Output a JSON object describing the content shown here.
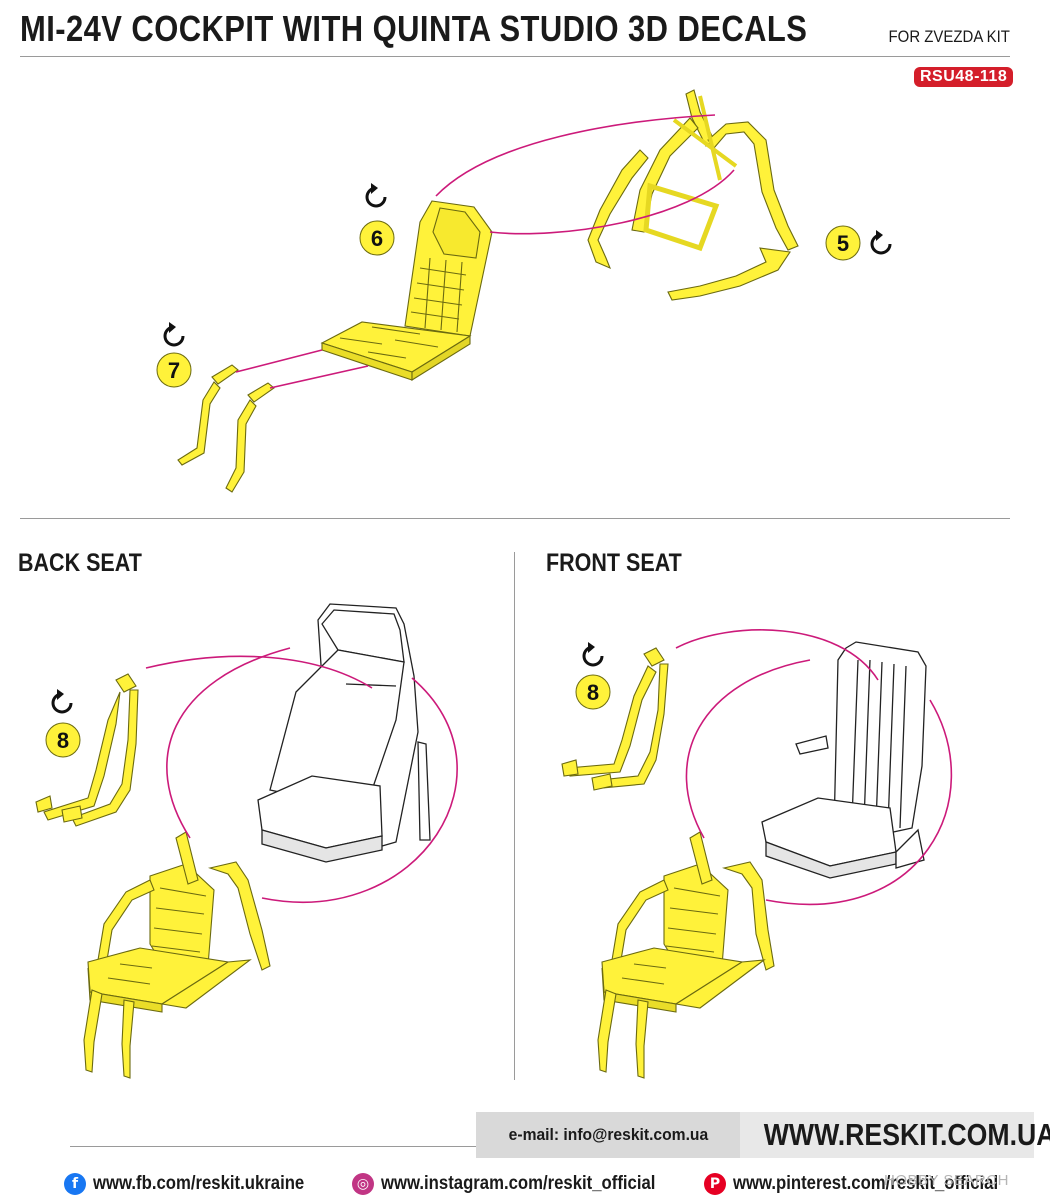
{
  "header": {
    "title": "MI-24V COCKPIT WITH QUINTA STUDIO 3D DECALS",
    "subtitle": "FOR ZVEZDA KIT",
    "product_code": "RSU48-118"
  },
  "sections": {
    "back_seat": "BACK SEAT",
    "front_seat": "FRONT SEAT"
  },
  "steps": {
    "top": [
      "6",
      "5",
      "7"
    ],
    "back_seat": "8",
    "front_seat": "8"
  },
  "colors": {
    "decal_yellow": "#fff23a",
    "guide_magenta": "#cc1a7a",
    "brand_red": "#d41e2a",
    "step_circle": "#fff23a"
  },
  "footer": {
    "email": "e-mail: info@reskit.com.ua",
    "website": "WWW.RESKIT.COM.UA",
    "facebook": "www.fb.com/reskit.ukraine",
    "instagram": "www.instagram.com/reskit_official",
    "pinterest": "www.pinterest.com/reskit_official",
    "watermark": "HOBBY SEARCH"
  },
  "icons": {
    "step_arrow": "rotate-arrow-icon",
    "facebook": "facebook-icon",
    "instagram": "instagram-icon",
    "pinterest": "pinterest-icon"
  }
}
